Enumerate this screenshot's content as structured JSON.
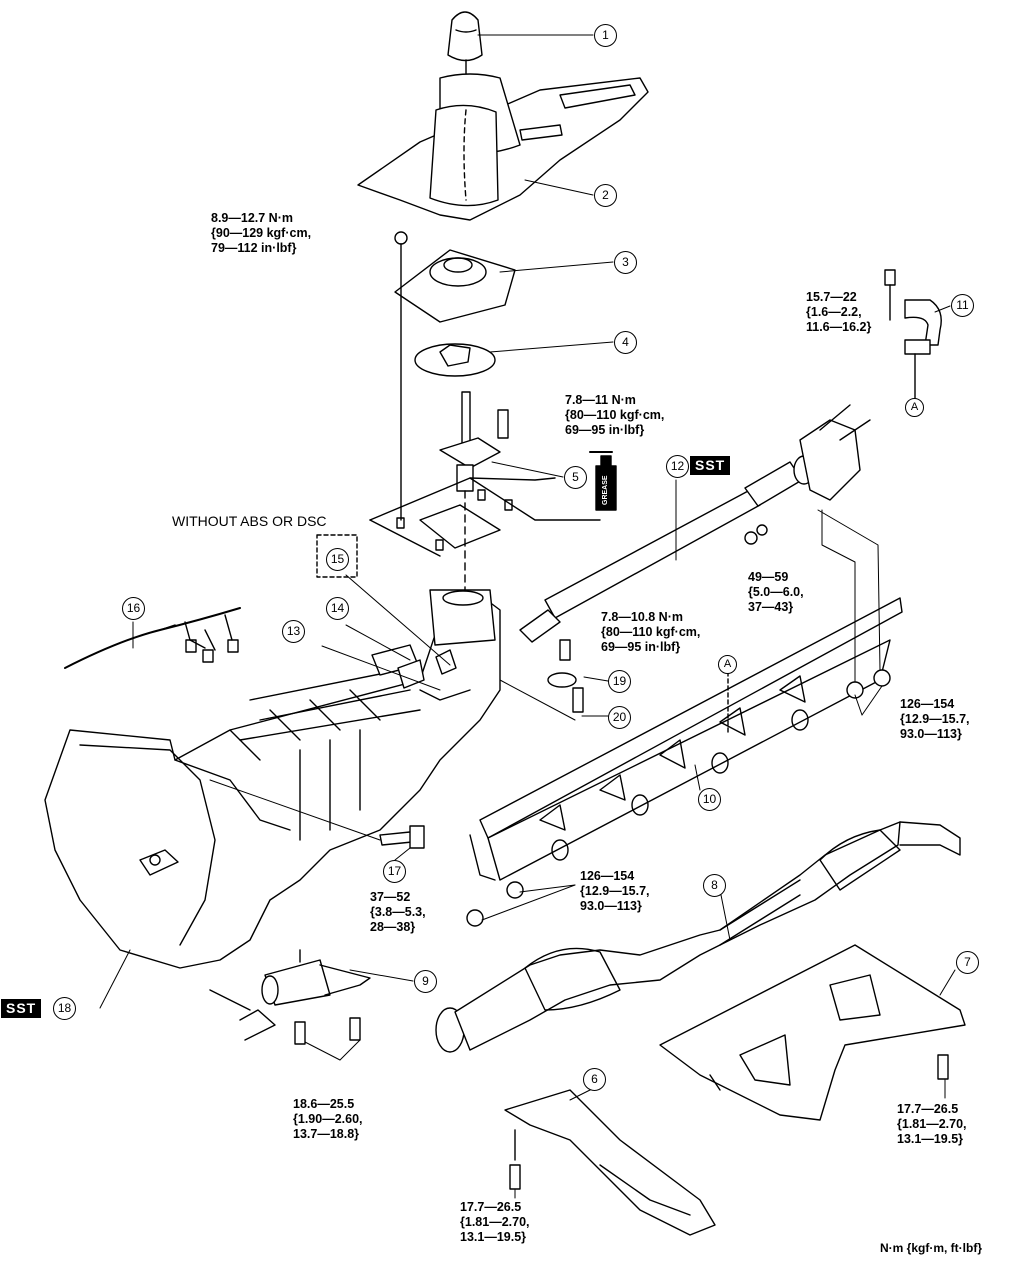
{
  "parts": [
    {
      "num": "1"
    },
    {
      "num": "2"
    },
    {
      "num": "3"
    },
    {
      "num": "4"
    },
    {
      "num": "5"
    },
    {
      "num": "6"
    },
    {
      "num": "7"
    },
    {
      "num": "8"
    },
    {
      "num": "9"
    },
    {
      "num": "10"
    },
    {
      "num": "11"
    },
    {
      "num": "12"
    },
    {
      "num": "13"
    },
    {
      "num": "14"
    },
    {
      "num": "15"
    },
    {
      "num": "16"
    },
    {
      "num": "17"
    },
    {
      "num": "18"
    },
    {
      "num": "19"
    },
    {
      "num": "20"
    }
  ],
  "letters": {
    "a_top": "A",
    "a_bottom": "A"
  },
  "sst_label": "SST",
  "grease_label": "GREASE",
  "note_without": "WITHOUT ABS OR DSC",
  "torques": {
    "t_shift_nut": [
      "8.9—12.7 N·m",
      "{90—129 kgf·cm,",
      "79—112 in·lbf}"
    ],
    "t_bracket": [
      "15.7—22",
      "{1.6—2.2,",
      "11.6—16.2}"
    ],
    "t_lever": [
      "7.8—11 N·m",
      "{80—110 kgf·cm,",
      "69—95 in·lbf}"
    ],
    "t_prop": [
      "49—59",
      "{5.0—6.0,",
      "37—43}"
    ],
    "t_sensor": [
      "7.8—10.8 N·m",
      "{80—110 kgf·cm,",
      "69—95 in·lbf}"
    ],
    "t_ppf_rear": [
      "126—154",
      "{12.9—15.7,",
      "93.0—113}"
    ],
    "t_ppf_front": [
      "126—154",
      "{12.9—15.7,",
      "93.0—113}"
    ],
    "t_starter": [
      "37—52",
      "{3.8—5.3,",
      "28—38}"
    ],
    "t_clutch": [
      "18.6—25.5",
      "{1.90—2.60,",
      "13.7—18.8}"
    ],
    "t_tunnel": [
      "17.7—26.5",
      "{1.81—2.70,",
      "13.1—19.5}"
    ],
    "t_member": [
      "17.7—26.5",
      "{1.81—2.70,",
      "13.1—19.5}"
    ]
  },
  "units_note": "N·m {kgf·m,  ft·lbf}"
}
